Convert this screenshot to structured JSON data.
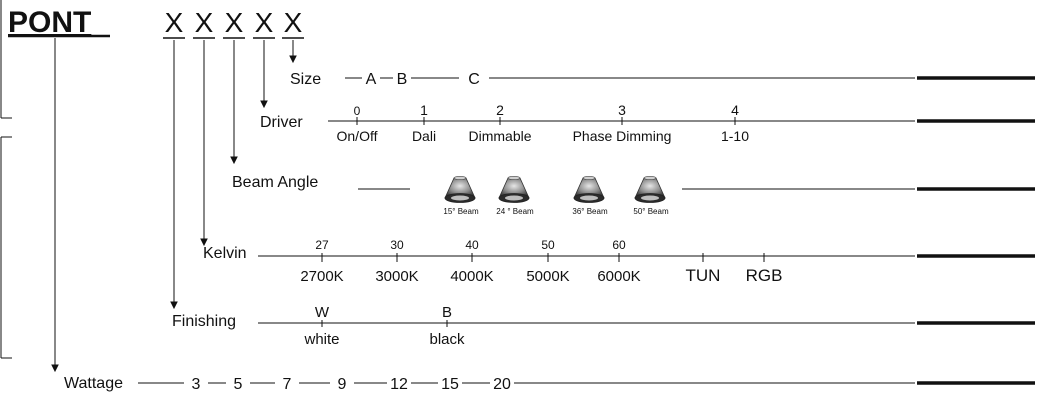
{
  "product": {
    "name": "PONT",
    "placeholders": [
      "X",
      "X",
      "X",
      "X",
      "X"
    ]
  },
  "size": {
    "label": "Size",
    "options": [
      "A",
      "B",
      "C"
    ]
  },
  "driver": {
    "label": "Driver",
    "options": [
      {
        "code": "0",
        "name": "On/Off"
      },
      {
        "code": "1",
        "name": "Dali"
      },
      {
        "code": "2",
        "name": "Dimmable"
      },
      {
        "code": "3",
        "name": "Phase Dimming"
      },
      {
        "code": "4",
        "name": "1-10"
      }
    ]
  },
  "beam_angle": {
    "label": "Beam Angle",
    "options": [
      "15° Beam",
      "24 ° Beam",
      "36° Beam",
      "50° Beam"
    ],
    "icon": "reflector-icon"
  },
  "kelvin": {
    "label": "Kelvin",
    "options": [
      {
        "code": "27",
        "name": "2700K"
      },
      {
        "code": "30",
        "name": "3000K"
      },
      {
        "code": "40",
        "name": "4000K"
      },
      {
        "code": "50",
        "name": "5000K"
      },
      {
        "code": "60",
        "name": "6000K"
      },
      {
        "code": "",
        "name": "TUN"
      },
      {
        "code": "",
        "name": "RGB"
      }
    ]
  },
  "finishing": {
    "label": "Finishing",
    "options": [
      {
        "code": "W",
        "name": "white"
      },
      {
        "code": "B",
        "name": "black"
      }
    ]
  },
  "wattage": {
    "label": "Wattage",
    "options": [
      "3",
      "5",
      "7",
      "9",
      "12",
      "15",
      "20"
    ]
  }
}
